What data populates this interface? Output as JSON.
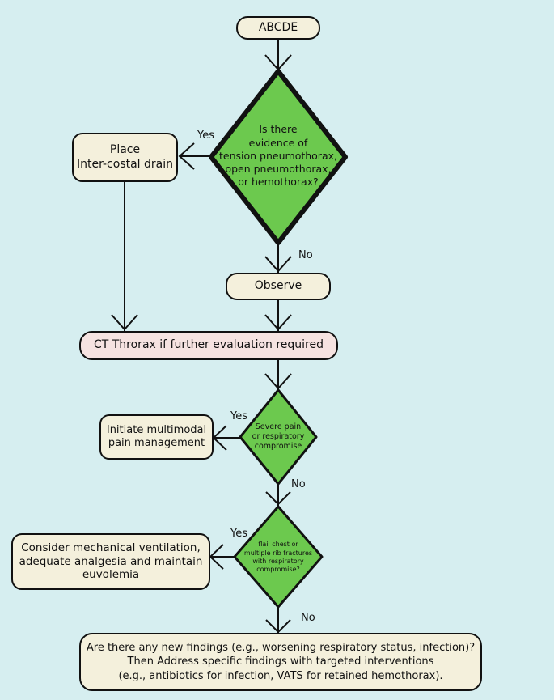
{
  "nodes": {
    "start": "ABCDE",
    "decision1": "Is there\nevidence of\ntension pneumothorax,\nopen pneumothorax,\nor hemothorax?",
    "drain": "Place\nInter-costal drain",
    "observe": "Observe",
    "ct": "CT Throrax if further evaluation required",
    "decision2": "Severe pain\nor respiratory\ncompromise",
    "pain": "Initiate multimodal\npain management",
    "decision3": "flail chest or\nmultiple rib fractures\nwith respiratory\ncompromise?",
    "ventilation": "Consider mechanical ventilation,\nadequate analgesia and maintain\neuvolemia",
    "final": "Are there any new findings (e.g., worsening respiratory status, infection)?\nThen Address specific findings with targeted interventions\n(e.g., antibiotics for infection, VATS for retained hemothorax)."
  },
  "labels": {
    "yes1": "Yes",
    "no1": "No",
    "yes2": "Yes",
    "no2": "No",
    "yes3": "Yes",
    "no3": "No"
  },
  "colors": {
    "background": "#d6eef0",
    "process": "#f4f0dc",
    "ct_box": "#f6e3e1",
    "decision": "#6cc94e",
    "stroke": "#111111"
  }
}
